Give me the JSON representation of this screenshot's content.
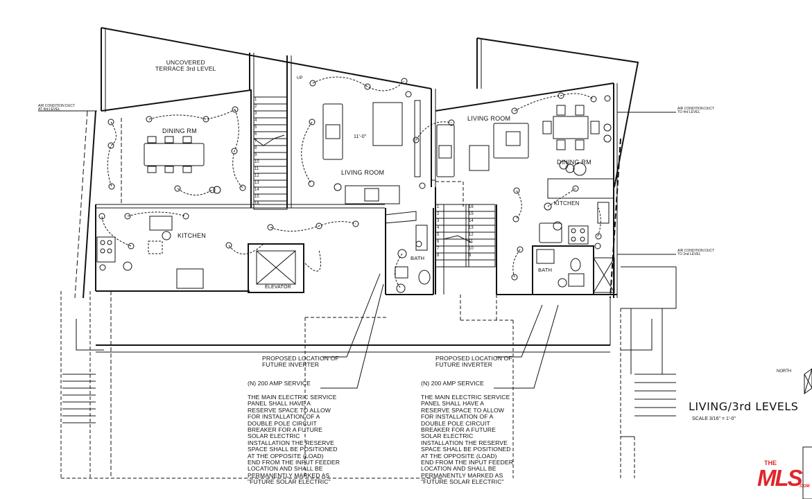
{
  "rooms": {
    "terrace": "UNCOVERED\nTERRACE 3rd LEVEL",
    "dining_left": "DINING RM",
    "kitchen_left": "KITCHEN",
    "living_left": "LIVING ROOM",
    "elevator": "ELEVATOR",
    "bath_left": "BATH",
    "living_right": "LIVING ROOM",
    "dining_right": "DINING RM",
    "kitchen_right": "KITCHEN",
    "bath_right": "BATH"
  },
  "annotations": {
    "air_duct_left": "AIR CONDITION DUCT\nAT 4rd LEVEL",
    "air_duct_right_top": "AIR CONDITION DUCT\nTO 4rd LEVEL",
    "air_duct_right_bottom": "AIR CONDITION DUCT\nTO 2nd LEVEL",
    "dimension": "11'-0\"",
    "up_left": "UP",
    "inverter_left": "PROPOSED LOCATION OF\nFUTURE INVERTER",
    "inverter_right": "PROPOSED LOCATION OF\nFUTURE INVERTER",
    "service_left": "(N) 200 AMP SERVICE",
    "service_right": "(N) 200 AMP SERVICE",
    "panel_note_left": "THE MAIN ELECTRIC SERVICE\nPANEL SHALL HAVE A\nRESERVE SPACE TO ALLOW\nFOR INSTALLATION OF A\nDOUBLE POLE CIRCUIT\nBREAKER FOR A FUTURE\nSOLAR ELECTRIC\nINSTALLATION THE RESERVE\nSPACE SHALL BE POSITIONED\nAT THE OPPOSITE (LOAD)\nEND FROM THE INPUT FEEDER\nLOCATION AND SHALL BE\nPERMANENTLY MARKED AS\n\"FUTURE SOLAR ELECTRIC\"",
    "panel_note_right": "THE MAIN ELECTRIC SERVICE\nPANEL SHALL HAVE A\nRESERVE SPACE TO ALLOW\nFOR INSTALLATION OF A\nDOUBLE POLE CIRCUIT\nBREAKER FOR A FUTURE\nSOLAR ELECTRIC\nINSTALLATION THE RESERVE\nSPACE SHALL BE POSITIONED\nAT THE OPPOSITE (LOAD)\nEND FROM THE INPUT FEEDER\nLOCATION AND SHALL BE\nPERMANENTLY MARKED AS\n\"FUTURE SOLAR ELECTRIC\""
  },
  "stair_numbers_left": [
    "1",
    "2",
    "3",
    "4",
    "5",
    "6",
    "7",
    "8",
    "9",
    "10",
    "11",
    "12",
    "13",
    "14",
    "15",
    "16"
  ],
  "stair_numbers_right_a": [
    "1",
    "2",
    "3",
    "4",
    "5",
    "6",
    "7",
    "8"
  ],
  "stair_numbers_right_b": [
    "16",
    "15",
    "14",
    "13",
    "12",
    "11",
    "10",
    "9"
  ],
  "drawing": {
    "title": "LIVING/3rd LEVELS",
    "scale": "SCALE 3/16\" = 1'-0\"",
    "north": "NORTH"
  },
  "logo": {
    "the": "THE",
    "main": "MLS",
    "suffix": ".COM"
  },
  "colors": {
    "line": "#111111",
    "brand_red": "#e0252b"
  }
}
